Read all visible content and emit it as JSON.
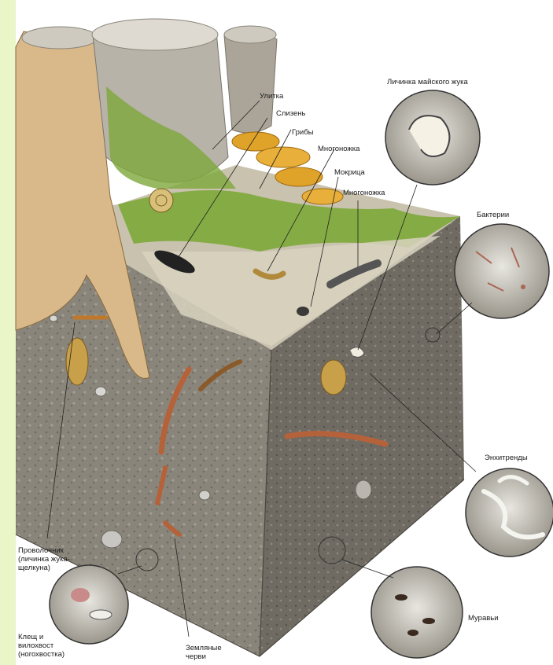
{
  "labels": {
    "snail": "Улитка",
    "slug": "Слизень",
    "fungi": "Грибы",
    "millipede_1": "Многоножка",
    "woodlouse": "Мокрица",
    "millipede_2": "Многоножка",
    "beetle_larva": "Личинка майского жука",
    "bacteria": "Бактерии",
    "enchytraeids": "Энхитренды",
    "wireworm": "Проволочник\n(личинка жука-\nщелкуна)",
    "mite_springtail": "Клещ и\nвилохвост\n(ногохвостка)",
    "earthworms": "Земляные\nчерви",
    "ants": "Муравьи"
  },
  "colors": {
    "soil": "#8a857b",
    "soil_dark": "#5e5a52",
    "moss": "#7da83a",
    "wood": "#d9b98a",
    "stump_gray": "#b8b3a8",
    "fungus": "#e0a32a",
    "worm": "#b5623a",
    "leader": "#222222",
    "left_margin": "#eaf5c8"
  }
}
